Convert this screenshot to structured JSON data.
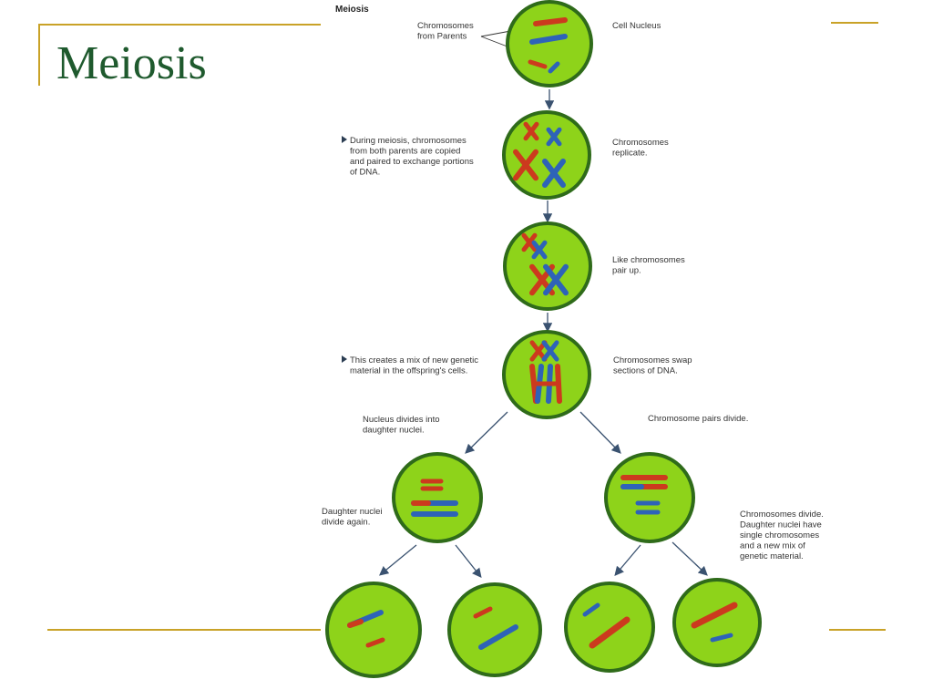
{
  "slide": {
    "title": "Meiosis",
    "accent_color": "#c9a227",
    "title_color": "#1f5a2e"
  },
  "figure": {
    "title": "Meiosis",
    "cell_fill": "#8ed31a",
    "cell_stroke": "#2f6b1a",
    "maternal_color": "#cc3a1e",
    "paternal_color": "#2e63b8",
    "labels": {
      "chromosomes_from_parents": [
        "Chromosomes",
        "from Parents"
      ],
      "cell_nucleus": [
        "Cell Nucleus"
      ],
      "during_meiosis": [
        "During meiosis, chromosomes",
        "from both parents are copied",
        "and paired to exchange portions",
        "of DNA."
      ],
      "chromosomes_replicate": [
        "Chromosomes",
        "replicate."
      ],
      "like_pair_up": [
        "Like chromosomes",
        "pair up."
      ],
      "creates_mix": [
        "This creates a mix of new genetic",
        "material in the offspring's cells."
      ],
      "swap_sections": [
        "Chromosomes swap",
        "sections of DNA."
      ],
      "nucleus_divides": [
        "Nucleus divides into",
        "daughter nuclei."
      ],
      "pairs_divide": [
        "Chromosome pairs divide."
      ],
      "divide_again": [
        "Daughter nuclei",
        "divide again."
      ],
      "chromosomes_divide": [
        "Chromosomes divide.",
        "Daughter nuclei have",
        "single chromosomes",
        "and a new mix of",
        "genetic material."
      ]
    }
  }
}
